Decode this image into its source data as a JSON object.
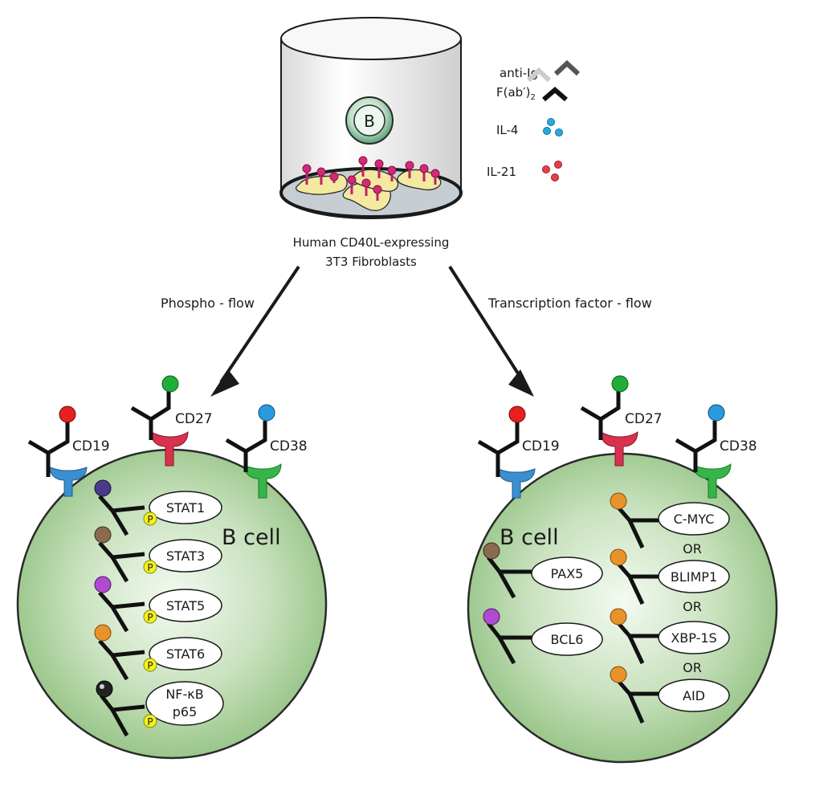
{
  "container": {
    "inner_cell_label": "B",
    "caption_line1": "Human CD40L-expressing",
    "caption_line2": "3T3 Fibroblasts"
  },
  "stimuli_legend": {
    "anti_ig_line1": "anti-Ig",
    "anti_ig_line2": "F(ab′)",
    "anti_ig_subscript": "2",
    "il4": "IL-4",
    "il21": "IL-21"
  },
  "arrows": {
    "left": "Phospho - flow",
    "right": "Transcription factor  - flow"
  },
  "surface_markers": {
    "cd19": "CD19",
    "cd27": "CD27",
    "cd38": "CD38"
  },
  "left_cell": {
    "title": "B cell",
    "phospho_mark": "P",
    "targets": [
      {
        "label": "STAT1",
        "dye_color": "#4b3a8c"
      },
      {
        "label": "STAT3",
        "dye_color": "#8c6a4f"
      },
      {
        "label": "STAT5",
        "dye_color": "#b04ad0"
      },
      {
        "label": "STAT6",
        "dye_color": "#e8932a"
      },
      {
        "label_line1": "NF-κB",
        "label_line2": "p65",
        "dye_color": "#222222"
      }
    ]
  },
  "right_cell": {
    "title": "B cell",
    "left_targets": [
      {
        "label": "PAX5",
        "dye_color": "#8c6a4f"
      },
      {
        "label": "BCL6",
        "dye_color": "#b04ad0"
      }
    ],
    "right_targets": [
      {
        "label": "C-MYC",
        "dye_color": "#e8932a"
      },
      {
        "label": "BLIMP1",
        "dye_color": "#e8932a"
      },
      {
        "label": "XBP-1S",
        "dye_color": "#e8932a"
      },
      {
        "label": "AID",
        "dye_color": "#e8932a"
      }
    ],
    "or_word": "OR"
  },
  "colors": {
    "cell_fill": "#a9cf9a",
    "cell_stroke": "#2a2a2a",
    "cd19_receptor": "#3b8fd0",
    "cd27_receptor": "#d8324f",
    "cd38_receptor": "#38b54a",
    "cd19_dye": "#e82020",
    "cd27_dye": "#1fae3a",
    "cd38_dye": "#2a9ae0",
    "phospho_yellow": "#f2f21a",
    "il4_dots": "#2aa8e0",
    "il21_dots": "#e8404a",
    "fibroblast_fill": "#f3e9a0",
    "ligand_magenta": "#c0206a"
  }
}
